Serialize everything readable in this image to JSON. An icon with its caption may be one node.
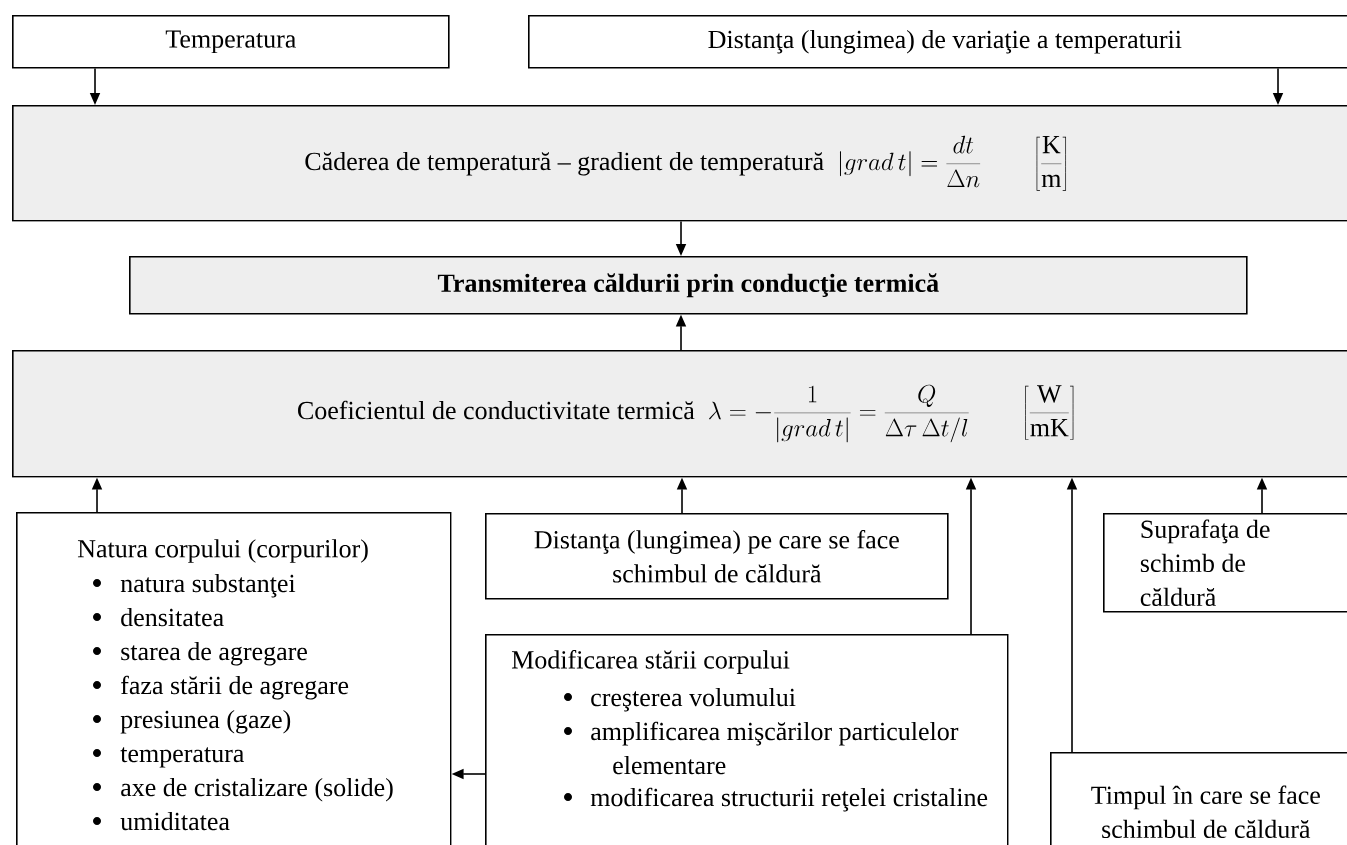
{
  "diagram": {
    "nodes": [
      {
        "text": [
          "Temperatura"
        ]
      },
      {
        "text": [
          "Distanţa (lungimea) de variaţie a temperaturii"
        ]
      },
      {
        "text": [
          "Căderea de temperatură – gradient de temperatură",
          "\\left|grad\\,t\\right| = \\frac{dt}{\\Delta n}",
          "\\left[\\frac{\\mathrm{K}}{\\mathrm{m}}\\right]"
        ]
      },
      {
        "text": [
          "Transmiterea căldurii prin conducţie termică"
        ]
      },
      {
        "text": [
          "Coeficientul de conductivitate termică",
          "\\lambda = -\\frac{1}{\\left|grad\\,t\\right|} = \\frac{Q}{\\Delta\\tau\\,\\Delta t/l}",
          "\\left[\\frac{\\mathrm{W}}{\\mathrm{mK}}\\right]"
        ]
      },
      {
        "text": [
          "Natura corpului (corpurilor)",
          "natura substanţei",
          "densitatea",
          "starea de agregare",
          "faza stării de agregare",
          "presiunea (gaze)",
          "temperatura",
          "axe de cristalizare (solide)",
          "umiditatea"
        ]
      },
      {
        "text": [
          "Distanţa (lungimea) pe care se face schimbul de căldură"
        ]
      },
      {
        "text": [
          "Suprafaţa de schimb de căldură"
        ]
      },
      {
        "text": [
          "Modificarea stării corpului",
          "creşterea volumului",
          "amplificarea mişcărilor particulelor elementare",
          "modificarea structurii reţelei cristaline"
        ]
      },
      {
        "text": [
          "Timpul în care se face schimbul de căldură"
        ]
      }
    ],
    "edges": [
      {
        "from": 0,
        "to": 2,
        "arrow": "to"
      },
      {
        "from": 1,
        "to": 2,
        "arrow": "to"
      },
      {
        "from": 2,
        "to": 3,
        "arrow": "to"
      },
      {
        "from": 4,
        "to": 3,
        "arrow": "to"
      },
      {
        "from": 5,
        "to": 4,
        "arrow": "to"
      },
      {
        "from": 6,
        "to": 4,
        "arrow": "to"
      },
      {
        "from": 8,
        "to": 4,
        "arrow": "to"
      },
      {
        "from": 9,
        "to": 4,
        "arrow": "to"
      },
      {
        "from": 7,
        "to": 4,
        "arrow": "to"
      },
      {
        "from": 8,
        "to": 5,
        "arrow": "to"
      }
    ]
  }
}
